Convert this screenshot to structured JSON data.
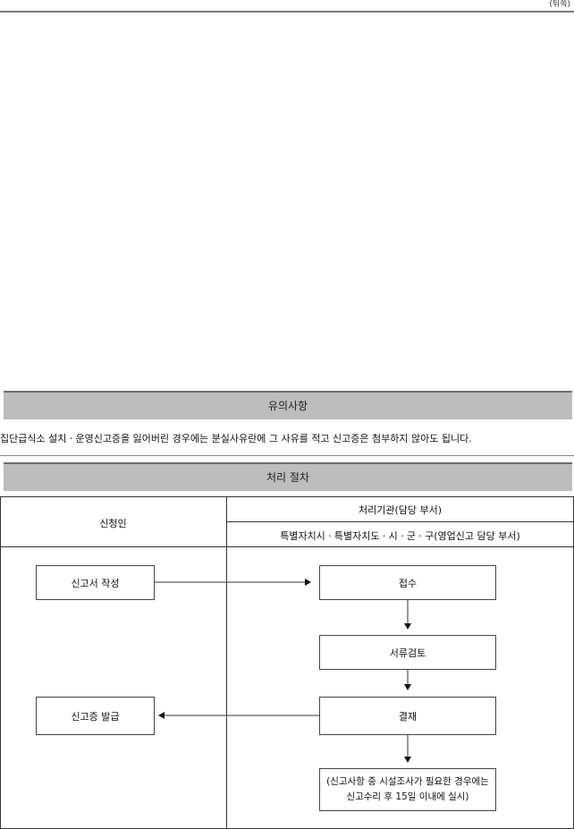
{
  "page": {
    "back_label": "(뒤쪽)"
  },
  "notice": {
    "title": "유의사항",
    "text": "집단급식소 설치ㆍ운영신고증을 잃어버린 경우에는 분실사유란에 그 사유를 적고 신고증은 첨부하지 않아도 됩니다."
  },
  "procedure": {
    "title": "처리 절차",
    "applicant_header": "신청인",
    "agency_header": "처리기관(담당 부서)",
    "agency_sub": "특별자치시ㆍ특별자치도ㆍ시ㆍ군ㆍ구(영업신고 담당 부서)",
    "steps": {
      "write": "신고서 작성",
      "issue": "신고증 발급",
      "receive": "접수",
      "review": "서류검토",
      "approve": "결재",
      "note_line1": "(신고사항 중 시설조사가 필요한 경우에는",
      "note_line2": "신고수리 후 15일 이내에 실시)"
    }
  }
}
